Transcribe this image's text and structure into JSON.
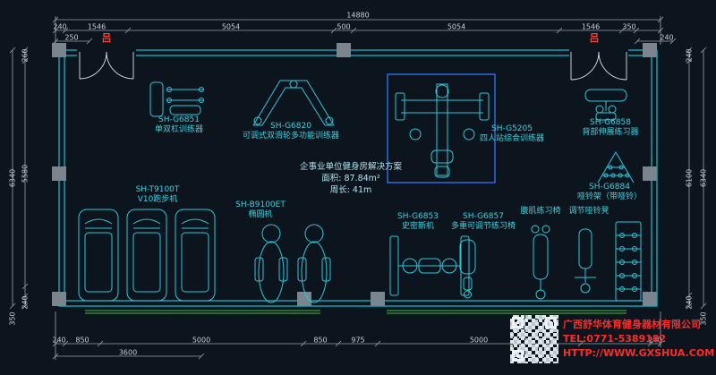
{
  "colors": {
    "background": "#0c151d",
    "wall_cyan": "#0fc3d6",
    "equipment_cyan": "#2bc8dc",
    "dimension_gray": "#c9ced3",
    "highlight_blue": "#2f6ff0",
    "door_tag_red": "#ff4136",
    "company_red": "#ff2b2b",
    "mirror_green": "#3dc43d",
    "column_gray": "#7b8590"
  },
  "dims": {
    "top_overall": "14880",
    "top_row2": [
      "240",
      "1546",
      "5054",
      "500",
      "5054",
      "1546",
      "350"
    ],
    "top_row3_left": "250",
    "top_row3_right": "240",
    "left_outer": "6340",
    "left_segs": [
      "260",
      "5580",
      "240"
    ],
    "left_below": "350",
    "right_outer": "6340",
    "right_inner": "6100",
    "right_top": "240",
    "right_bottom": "240",
    "right_below": "350",
    "bottom_row": [
      "240",
      "850",
      "5000",
      "850",
      "975",
      "5000",
      "240"
    ],
    "bottom_extra": "3600"
  },
  "door_tag": "吕",
  "equipment": [
    {
      "id": "SH-G6851",
      "name": "单双杠训练器"
    },
    {
      "id": "SH-G6820",
      "name": "可调式双滑轮多功能训练器"
    },
    {
      "id": "SH-G5205",
      "name": "四人站综合训练器"
    },
    {
      "id": "SH-G6858",
      "name": "背部伸展练习器"
    },
    {
      "id": "SH-G6884",
      "name": "哑铃架（带哑铃）"
    },
    {
      "id": "SH-T9100T",
      "name": "V10跑步机"
    },
    {
      "id": "SH-B9100ET",
      "name": "椭圆机"
    },
    {
      "id": "SH-G6853",
      "name": "史密斯机"
    },
    {
      "id": "SH-G6857",
      "name": "多重可调节练习椅"
    },
    {
      "name": "腹肌练习椅"
    },
    {
      "name": "调节哑铃凳"
    }
  ],
  "solution": {
    "title": "企事业单位健身房解决方案",
    "area": "面积: 87.84m²",
    "perimeter": "周长: 41m"
  },
  "company": {
    "name": "广西舒华体育健身器材有限公司",
    "tel": "TEL:0771-5389182",
    "url": "HTTP://WWW.GXSHUA.COM"
  }
}
